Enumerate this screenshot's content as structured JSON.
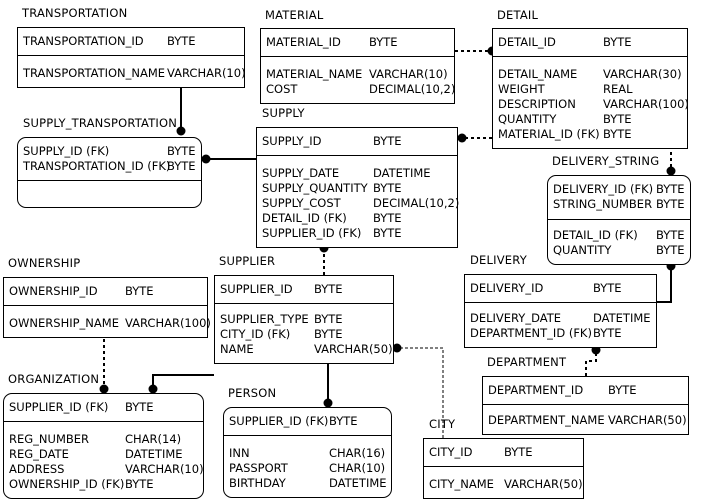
{
  "entities": [
    {
      "id": "transportation",
      "title": "TRANSPORTATION",
      "dependent": false,
      "pk": [
        [
          "TRANSPORTATION_ID",
          "BYTE"
        ]
      ],
      "attrs": [
        [
          "TRANSPORTATION_NAME",
          "VARCHAR(10)"
        ]
      ]
    },
    {
      "id": "material",
      "title": "MATERIAL",
      "dependent": false,
      "pk": [
        [
          "MATERIAL_ID",
          "BYTE"
        ]
      ],
      "attrs": [
        [
          "MATERIAL_NAME",
          "VARCHAR(10)"
        ],
        [
          "COST",
          "DECIMAL(10,2)"
        ]
      ]
    },
    {
      "id": "detail",
      "title": "DETAIL",
      "dependent": false,
      "pk": [
        [
          "DETAIL_ID",
          "BYTE"
        ]
      ],
      "attrs": [
        [
          "DETAIL_NAME",
          "VARCHAR(30)"
        ],
        [
          "WEIGHT",
          "REAL"
        ],
        [
          "DESCRIPTION",
          "VARCHAR(100)"
        ],
        [
          "QUANTITY",
          "BYTE"
        ],
        [
          "MATERIAL_ID (FK)",
          "BYTE"
        ]
      ]
    },
    {
      "id": "supply_transportation",
      "title": "SUPPLY_TRANSPORTATION",
      "dependent": true,
      "pk": [
        [
          "SUPPLY_ID (FK)",
          "BYTE"
        ],
        [
          "TRANSPORTATION_ID (FK)",
          "BYTE"
        ]
      ],
      "attrs": []
    },
    {
      "id": "supply",
      "title": "SUPPLY",
      "dependent": false,
      "pk": [
        [
          "SUPPLY_ID",
          "BYTE"
        ]
      ],
      "attrs": [
        [
          "SUPPLY_DATE",
          "DATETIME"
        ],
        [
          "SUPPLY_QUANTITY",
          "BYTE"
        ],
        [
          "SUPPLY_COST",
          "DECIMAL(10,2)"
        ],
        [
          "DETAIL_ID (FK)",
          "BYTE"
        ],
        [
          "SUPPLIER_ID (FK)",
          "BYTE"
        ]
      ]
    },
    {
      "id": "delivery_string",
      "title": "DELIVERY_STRING",
      "dependent": true,
      "pk": [
        [
          "DELIVERY_ID (FK)",
          "BYTE"
        ],
        [
          "STRING_NUMBER",
          "BYTE"
        ]
      ],
      "attrs": [
        [
          "DETAIL_ID (FK)",
          "BYTE"
        ],
        [
          "QUANTITY",
          "BYTE"
        ]
      ]
    },
    {
      "id": "ownership",
      "title": "OWNERSHIP",
      "dependent": false,
      "pk": [
        [
          "OWNERSHIP_ID",
          "BYTE"
        ]
      ],
      "attrs": [
        [
          "OWNERSHIP_NAME",
          "VARCHAR(100)"
        ]
      ]
    },
    {
      "id": "supplier",
      "title": "SUPPLIER",
      "dependent": false,
      "pk": [
        [
          "SUPPLIER_ID",
          "BYTE"
        ]
      ],
      "attrs": [
        [
          "SUPPLIER_TYPE",
          "BYTE"
        ],
        [
          "CITY_ID (FK)",
          "BYTE"
        ],
        [
          "NAME",
          "VARCHAR(50)"
        ]
      ]
    },
    {
      "id": "delivery",
      "title": "DELIVERY",
      "dependent": false,
      "pk": [
        [
          "DELIVERY_ID",
          "BYTE"
        ]
      ],
      "attrs": [
        [
          "DELIVERY_DATE",
          "DATETIME"
        ],
        [
          "DEPARTMENT_ID (FK)",
          "BYTE"
        ]
      ]
    },
    {
      "id": "department",
      "title": "DEPARTMENT",
      "dependent": false,
      "pk": [
        [
          "DEPARTMENT_ID",
          "BYTE"
        ]
      ],
      "attrs": [
        [
          "DEPARTMENT_NAME",
          "VARCHAR(50)"
        ]
      ]
    },
    {
      "id": "organization",
      "title": "ORGANIZATION",
      "dependent": true,
      "pk": [
        [
          "SUPPLIER_ID (FK)",
          "BYTE"
        ]
      ],
      "attrs": [
        [
          "REG_NUMBER",
          "CHAR(14)"
        ],
        [
          "REG_DATE",
          "DATETIME"
        ],
        [
          "ADDRESS",
          "VARCHAR(10)"
        ],
        [
          "OWNERSHIP_ID (FK)",
          "BYTE"
        ]
      ]
    },
    {
      "id": "person",
      "title": "PERSON",
      "dependent": true,
      "pk": [
        [
          "SUPPLIER_ID (FK)",
          "BYTE"
        ]
      ],
      "attrs": [
        [
          "INN",
          "CHAR(16)"
        ],
        [
          "PASSPORT",
          "CHAR(10)"
        ],
        [
          "BIRTHDAY",
          "DATETIME"
        ]
      ]
    },
    {
      "id": "city",
      "title": "CITY",
      "dependent": false,
      "pk": [
        [
          "CITY_ID",
          "BYTE"
        ]
      ],
      "attrs": [
        [
          "CITY_NAME",
          "VARCHAR(50)"
        ]
      ]
    }
  ],
  "relationships": [
    {
      "from": "material",
      "to": "detail",
      "identifying": false
    },
    {
      "from": "detail",
      "to": "supply",
      "identifying": false
    },
    {
      "from": "transportation",
      "to": "supply_transportation",
      "identifying": true
    },
    {
      "from": "supply",
      "to": "supply_transportation",
      "identifying": true
    },
    {
      "from": "detail",
      "to": "delivery_string",
      "identifying": false
    },
    {
      "from": "delivery",
      "to": "delivery_string",
      "identifying": true
    },
    {
      "from": "supplier",
      "to": "supply",
      "identifying": false
    },
    {
      "from": "department",
      "to": "delivery",
      "identifying": false
    },
    {
      "from": "ownership",
      "to": "organization",
      "identifying": false
    },
    {
      "from": "supplier",
      "to": "organization",
      "identifying": true
    },
    {
      "from": "supplier",
      "to": "person",
      "identifying": true
    },
    {
      "from": "city",
      "to": "supplier",
      "identifying": false
    }
  ]
}
